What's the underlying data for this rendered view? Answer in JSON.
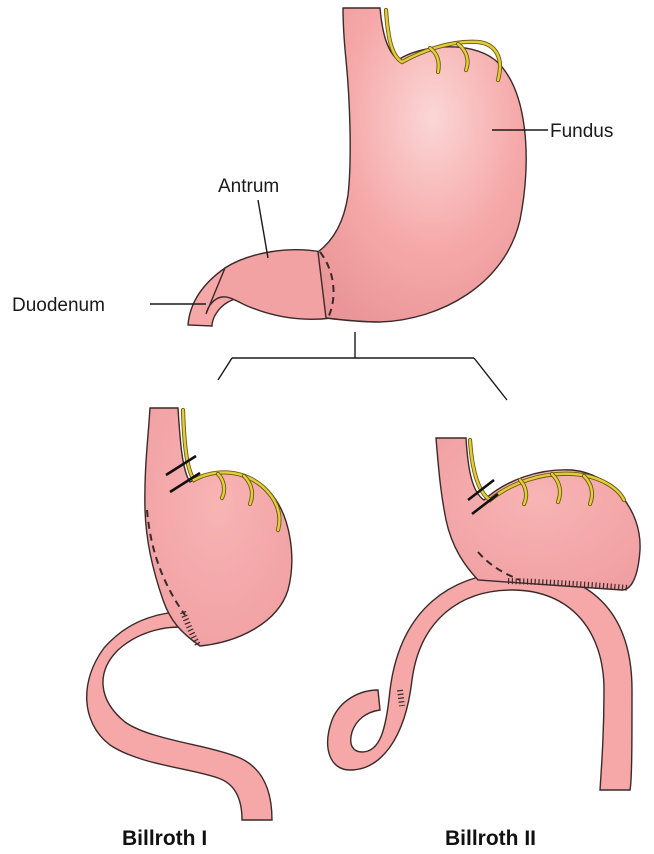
{
  "labels": {
    "fundus": "Fundus",
    "antrum": "Antrum",
    "duodenum": "Duodenum"
  },
  "captions": {
    "billroth_1": "Billroth I",
    "billroth_2": "Billroth II"
  },
  "colors": {
    "tissue": "#f6a8a8",
    "tissue_highlight": "#fbd2d2",
    "tissue_shadow": "#e48d90",
    "nerve": "#e2cd3c",
    "outline": "#3a2a2a"
  }
}
